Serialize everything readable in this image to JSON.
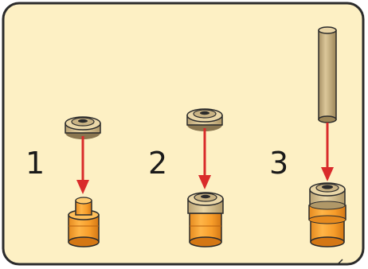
{
  "instruction_panel": {
    "background_color": "#fdf0c4",
    "border_color": "#2b2b2b",
    "arrow_color": "#d92b2b",
    "steps": [
      {
        "number": "1",
        "part_top": "beige-bushing-round",
        "part_bottom": "orange-axle-connector-short"
      },
      {
        "number": "2",
        "part_top": "beige-bushing-round",
        "part_bottom": "orange-connector-with-bushing"
      },
      {
        "number": "3",
        "part_top": "tan-axle-long",
        "part_bottom": "orange-connector-stacked"
      }
    ]
  }
}
